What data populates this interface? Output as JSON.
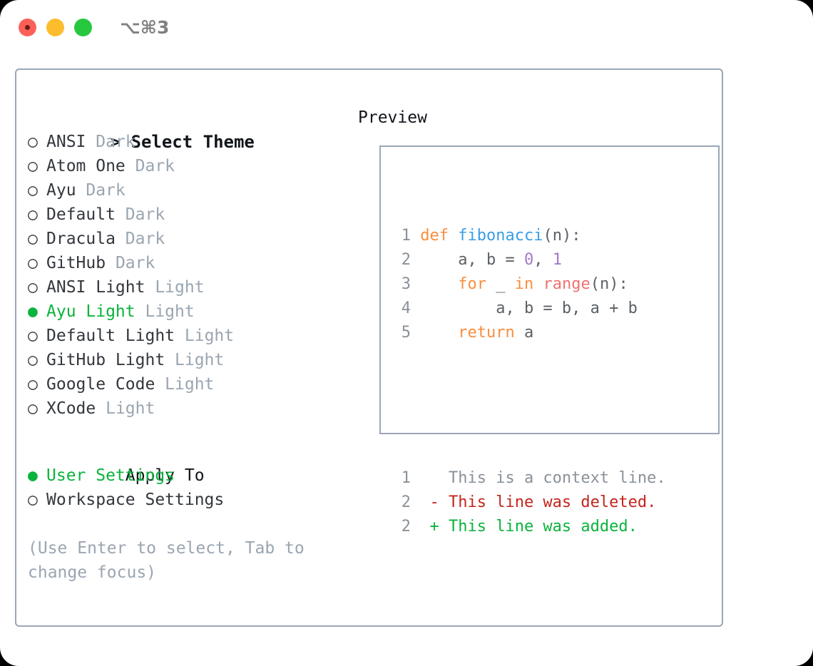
{
  "titlebar": {
    "shortcut": "⌥⌘3",
    "buttons": [
      "close",
      "minimize",
      "maximize"
    ]
  },
  "theme_panel": {
    "header": "> Select Theme",
    "header_prefix": ">",
    "header_label": "Select Theme",
    "markers": {
      "selected": "●",
      "unselected": "○"
    },
    "items": [
      {
        "marker": "○",
        "label": "ANSI",
        "suffix": "Dark",
        "selected": false
      },
      {
        "marker": "○",
        "label": "Atom One",
        "suffix": "Dark",
        "selected": false
      },
      {
        "marker": "○",
        "label": "Ayu",
        "suffix": "Dark",
        "selected": false
      },
      {
        "marker": "○",
        "label": "Default",
        "suffix": "Dark",
        "selected": false
      },
      {
        "marker": "○",
        "label": "Dracula",
        "suffix": "Dark",
        "selected": false
      },
      {
        "marker": "○",
        "label": "GitHub",
        "suffix": "Dark",
        "selected": false
      },
      {
        "marker": "○",
        "label": "ANSI Light",
        "suffix": "Light",
        "selected": false
      },
      {
        "marker": "●",
        "label": "Ayu Light",
        "suffix": "Light",
        "selected": true
      },
      {
        "marker": "○",
        "label": "Default Light",
        "suffix": "Light",
        "selected": false
      },
      {
        "marker": "○",
        "label": "GitHub Light",
        "suffix": "Light",
        "selected": false
      },
      {
        "marker": "○",
        "label": "Google Code",
        "suffix": "Light",
        "selected": false
      },
      {
        "marker": "○",
        "label": "XCode",
        "suffix": "Light",
        "selected": false
      }
    ]
  },
  "apply_to": {
    "header": "Apply To",
    "items": [
      {
        "marker": "●",
        "label": "User Settings",
        "selected": true
      },
      {
        "marker": "○",
        "label": "Workspace Settings",
        "selected": false
      }
    ]
  },
  "hint": {
    "line1": "(Use Enter to select, Tab to",
    "line2": "change focus)"
  },
  "preview": {
    "title": "Preview",
    "code_lines": [
      {
        "n": "1",
        "tokens": [
          {
            "t": "def",
            "c": "kw"
          },
          {
            "t": " ",
            "c": "plain"
          },
          {
            "t": "fibonacci",
            "c": "fn"
          },
          {
            "t": "(n):",
            "c": "punct"
          }
        ]
      },
      {
        "n": "2",
        "tokens": [
          {
            "t": "    a, b = ",
            "c": "plain"
          },
          {
            "t": "0",
            "c": "num"
          },
          {
            "t": ", ",
            "c": "plain"
          },
          {
            "t": "1",
            "c": "num"
          }
        ]
      },
      {
        "n": "3",
        "tokens": [
          {
            "t": "    ",
            "c": "plain"
          },
          {
            "t": "for",
            "c": "kw"
          },
          {
            "t": " _ ",
            "c": "plain"
          },
          {
            "t": "in",
            "c": "kw"
          },
          {
            "t": " ",
            "c": "plain"
          },
          {
            "t": "range",
            "c": "bi"
          },
          {
            "t": "(n):",
            "c": "punct"
          }
        ]
      },
      {
        "n": "4",
        "tokens": [
          {
            "t": "        a, b = b, a + b",
            "c": "plain"
          }
        ]
      },
      {
        "n": "5",
        "tokens": [
          {
            "t": "    ",
            "c": "plain"
          },
          {
            "t": "return",
            "c": "kw"
          },
          {
            "t": " a",
            "c": "plain"
          }
        ]
      }
    ],
    "diff_lines": [
      {
        "n": "1",
        "sign": " ",
        "text": "This is a context line.",
        "kind": "context"
      },
      {
        "n": "2",
        "sign": "-",
        "text": "This line was deleted.",
        "kind": "deleted"
      },
      {
        "n": "2",
        "sign": "+",
        "text": "This line was added.",
        "kind": "added"
      }
    ]
  },
  "colors": {
    "accent_green": "#0ab33c",
    "keyword_orange": "#fa8d3e",
    "function_blue": "#399ee6",
    "number_purple": "#a37acc",
    "builtin_red": "#f07171",
    "muted_gray": "#9aa5b1",
    "line_number": "#8a9199",
    "diff_deleted": "#c4241c",
    "border": "#9aa7b5"
  }
}
